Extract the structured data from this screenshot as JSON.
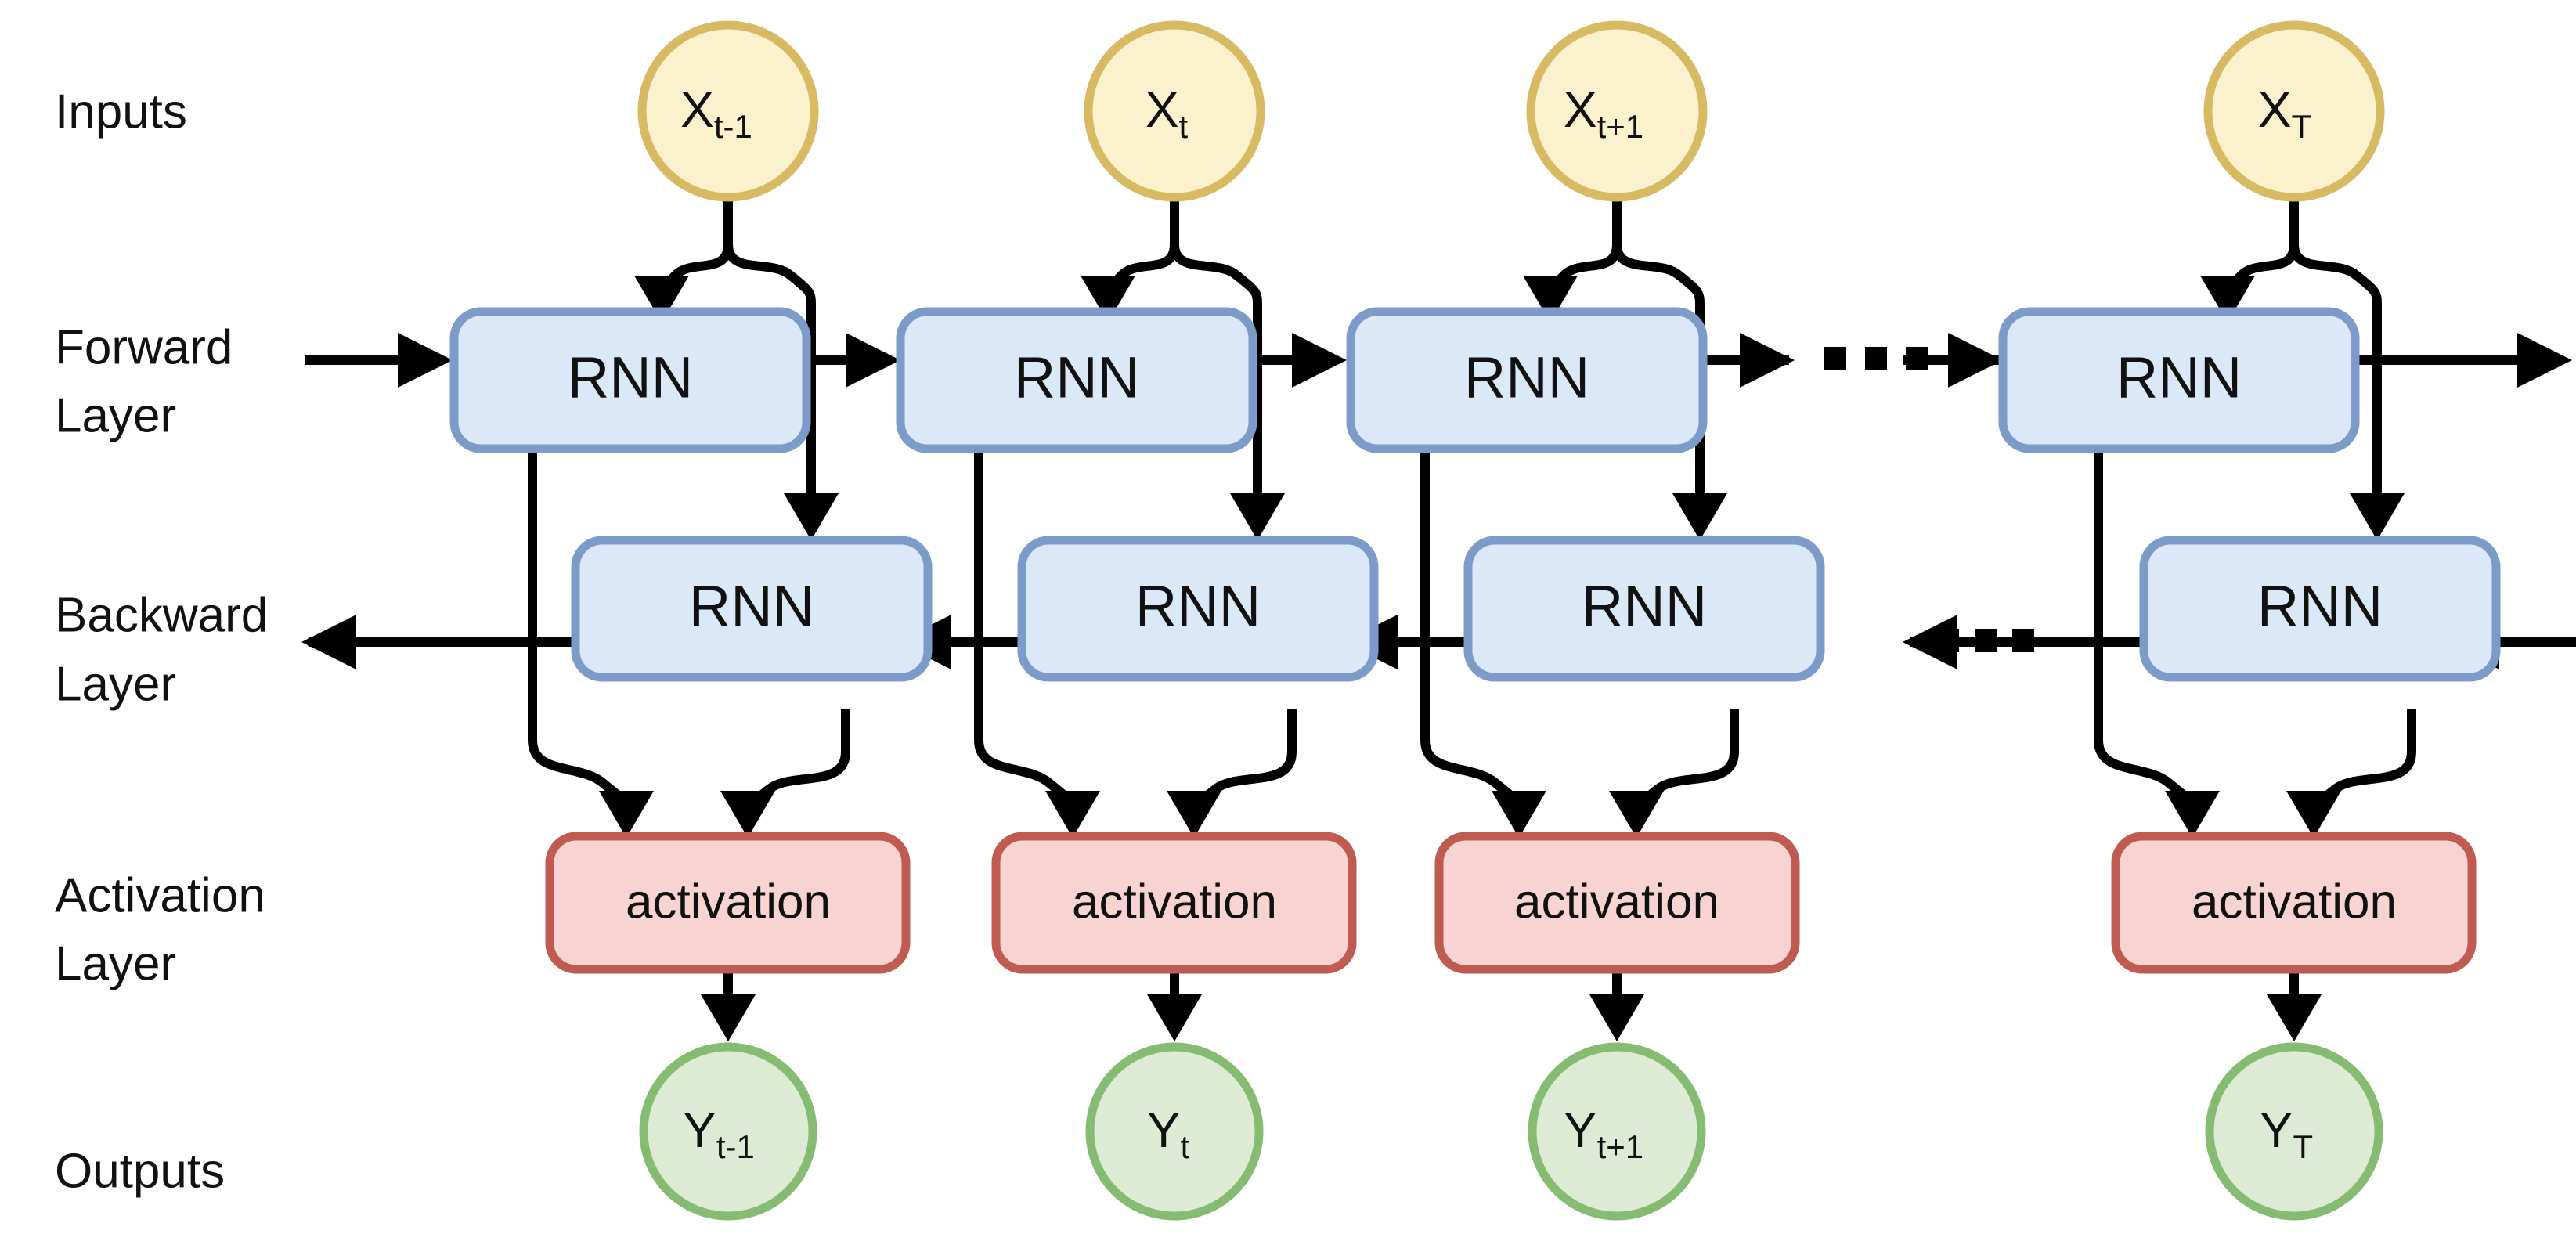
{
  "diagram": {
    "title": "Bidirectional RNN unrolled architecture",
    "colors": {
      "input_fill": "#FBF1CC",
      "input_stroke": "#D8BA63",
      "rnn_fill": "#DBE8F8",
      "rnn_stroke": "#7C9BC9",
      "activation_fill": "#F7D4D2",
      "activation_stroke": "#BF5B50",
      "output_fill": "#DDEBD5",
      "output_stroke": "#86BB72",
      "wire": "#000000",
      "background": "#FFFFFF",
      "text": "#111111"
    },
    "row_labels": [
      {
        "id": "inputs",
        "lines": [
          "Inputs"
        ]
      },
      {
        "id": "forward-layer",
        "lines": [
          "Forward",
          "Layer"
        ]
      },
      {
        "id": "backward-layer",
        "lines": [
          "Backward",
          "Layer"
        ]
      },
      {
        "id": "activation-layer",
        "lines": [
          "Activation",
          "Layer"
        ]
      },
      {
        "id": "outputs",
        "lines": [
          "Outputs"
        ]
      }
    ],
    "inputs": [
      {
        "base": "X",
        "sub": "t-1"
      },
      {
        "base": "X",
        "sub": "t"
      },
      {
        "base": "X",
        "sub": "t+1"
      },
      {
        "base": "X",
        "sub": "T"
      }
    ],
    "forward_cells": [
      {
        "label": "RNN"
      },
      {
        "label": "RNN"
      },
      {
        "label": "RNN"
      },
      {
        "label": "RNN"
      }
    ],
    "backward_cells": [
      {
        "label": "RNN"
      },
      {
        "label": "RNN"
      },
      {
        "label": "RNN"
      },
      {
        "label": "RNN"
      }
    ],
    "activations": [
      {
        "label": "activation"
      },
      {
        "label": "activation"
      },
      {
        "label": "activation"
      },
      {
        "label": "activation"
      }
    ],
    "outputs": [
      {
        "base": "Y",
        "sub": "t-1"
      },
      {
        "base": "Y",
        "sub": "t"
      },
      {
        "base": "Y",
        "sub": "t+1"
      },
      {
        "base": "Y",
        "sub": "T"
      }
    ],
    "ellipses": [
      {
        "id": "forward-ellipsis",
        "dots": 3
      },
      {
        "id": "backward-ellipsis",
        "dots": 3
      }
    ]
  }
}
